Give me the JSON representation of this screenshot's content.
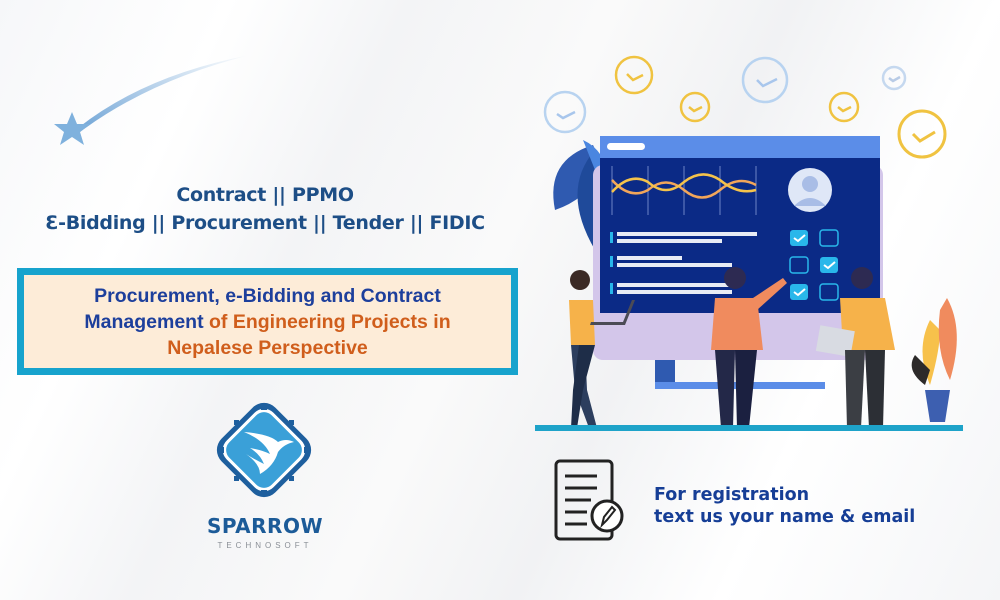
{
  "tags": {
    "line1": "Contract || PPMO",
    "line2": "Ɛ-Bidding || Procurement || Tender || FIDIC"
  },
  "title": {
    "part1_blue": "Procurement, e-Bidding and Contract",
    "part2_blue": "Management",
    "part2_orange": " of Engineering Projects in",
    "part3_orange": "Nepalese Perspective"
  },
  "brand": {
    "name": "SPARROW",
    "subtitle": "TECHNOSOFT"
  },
  "registration": {
    "line1": "For registration",
    "line2": "text us your name & email"
  },
  "colors": {
    "accent_teal": "#17a3cd",
    "title_blue": "#1d3f9c",
    "title_orange": "#d05e1c",
    "box_background": "#fdecd8",
    "dashboard_navy": "#0b2a86",
    "dashboard_header": "#5b8de8"
  },
  "icons": {
    "shooting_star": "shooting-star-icon",
    "clocks": "clock-check-icon",
    "registration_form": "form-pencil-icon",
    "logo": "sparrow-bird-logo"
  }
}
